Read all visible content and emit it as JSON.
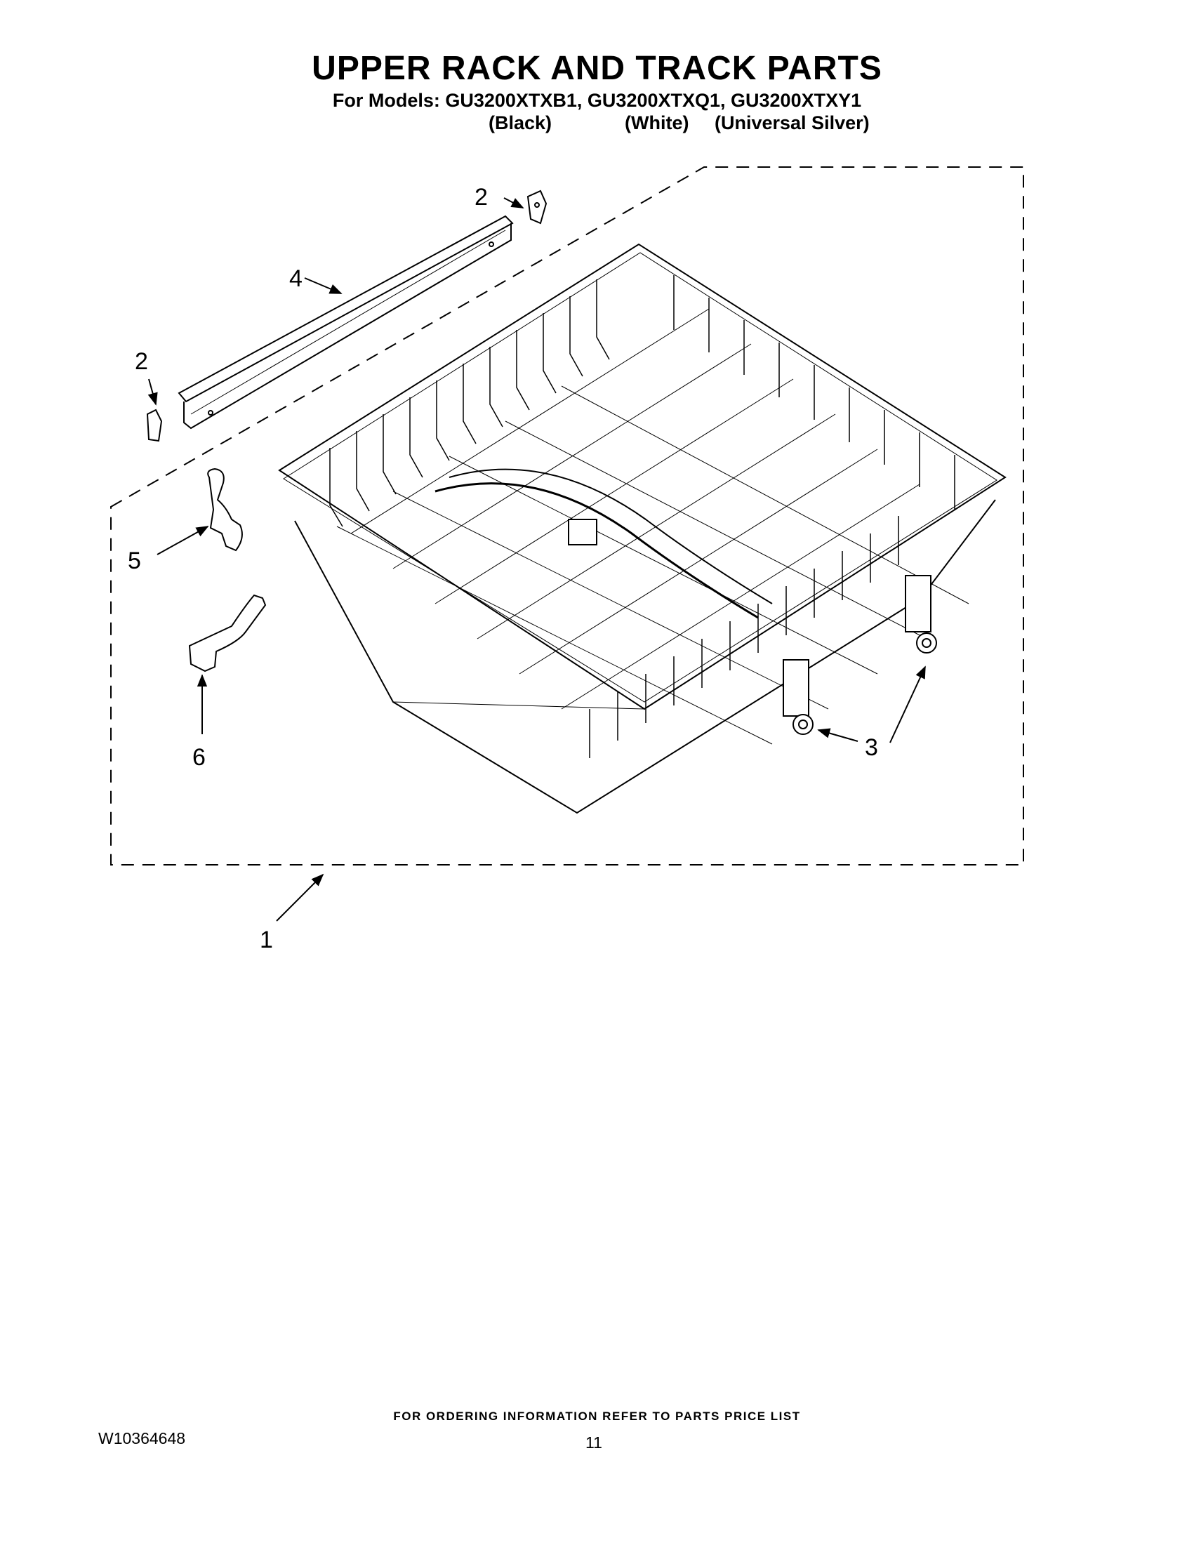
{
  "header": {
    "title": "UPPER RACK AND TRACK PARTS",
    "models_line": "For Models: GU3200XTXB1, GU3200XTXQ1, GU3200XTXY1",
    "colors": [
      "(Black)",
      "(White)",
      "(Universal Silver)"
    ]
  },
  "diagram": {
    "callouts": [
      "1",
      "2",
      "2",
      "3",
      "4",
      "5",
      "6"
    ],
    "parts": [
      "upper-rack",
      "track-stop",
      "rack-adjuster",
      "track",
      "clip",
      "bracket"
    ]
  },
  "footer": {
    "ordering_info": "FOR ORDERING INFORMATION REFER TO PARTS PRICE LIST",
    "doc_number": "W10364648",
    "page_number": "11"
  }
}
